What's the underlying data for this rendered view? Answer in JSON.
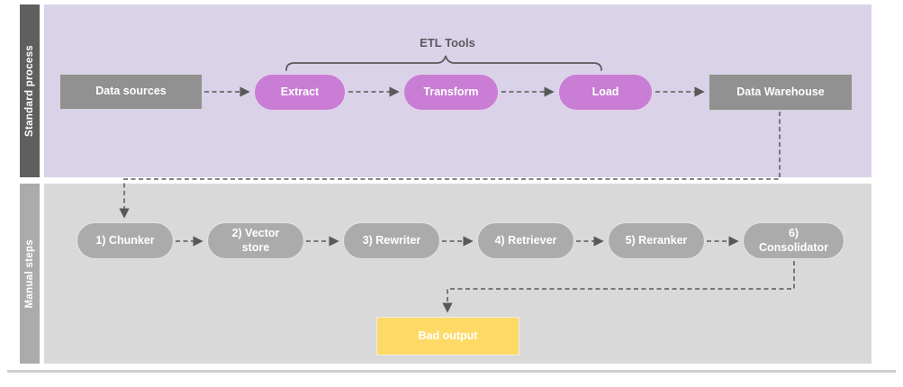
{
  "diagram": {
    "lanes": [
      {
        "label": "Standard process"
      },
      {
        "label": "Manual steps"
      }
    ],
    "standard_process": {
      "data_sources": "Data sources",
      "etl_group_label": "ETL Tools",
      "extract": "Extract",
      "transform": "Transform",
      "load": "Load",
      "data_warehouse": "Data Warehouse"
    },
    "manual_steps": {
      "chunker": "1) Chunker",
      "vector_store": "2) Vector store",
      "rewriter": "3) Rewriter",
      "retriever": "4) Retriever",
      "reranker": "5) Reranker",
      "consolidator": "6) Consolidator",
      "bad_output": "Bad output"
    },
    "colors": {
      "standard_lane_bg": "#d9d2e9",
      "standard_label_bar": "#5f5f5f",
      "manual_lane_bg": "#d9d9d9",
      "manual_label_bar": "#ababab",
      "process_box": "#919191",
      "etl_pill": "#c97dd4",
      "manual_pill": "#ababab",
      "bad_output_box": "#ffd966",
      "connector": "#595959"
    }
  }
}
